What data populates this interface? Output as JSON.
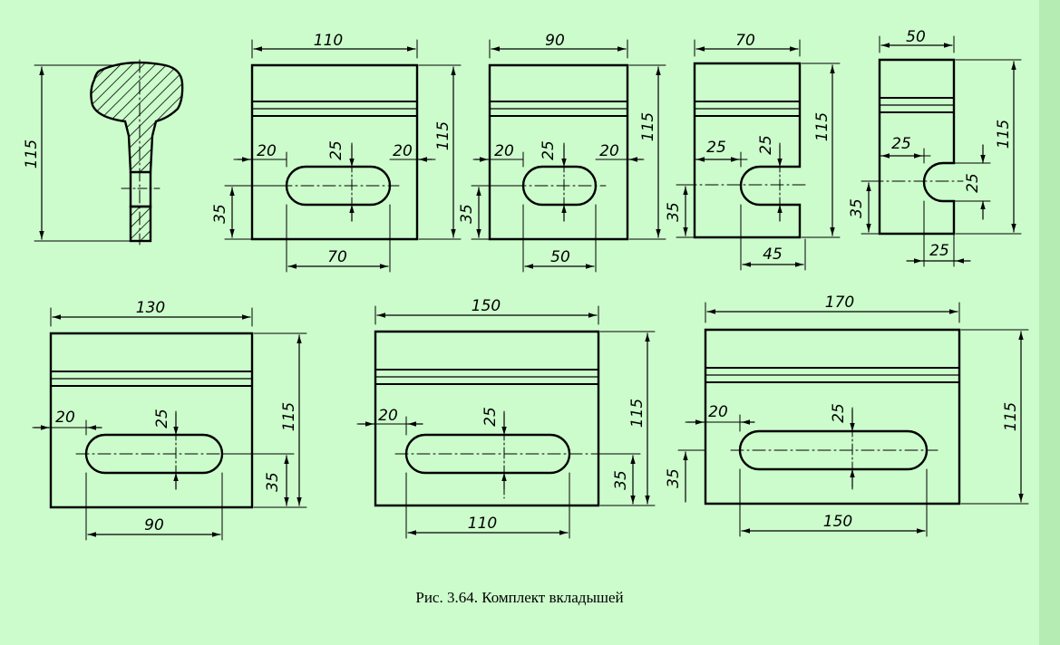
{
  "caption": "Рис. 3.64. Комплект вкладышей",
  "colors": {
    "background": "#ccfccc",
    "line": "#000000"
  },
  "profile": {
    "height_label": "115"
  },
  "inserts": [
    {
      "id": "insert-110",
      "width": "110",
      "height": "115",
      "left_offset": "20",
      "right_offset": "20",
      "slot_height": "25",
      "bottom_offset": "35",
      "slot_length": "70",
      "kind": "slot"
    },
    {
      "id": "insert-90",
      "width": "90",
      "height": "115",
      "left_offset": "20",
      "right_offset": "20",
      "slot_height": "25",
      "bottom_offset": "35",
      "slot_length": "50",
      "kind": "slot"
    },
    {
      "id": "insert-70",
      "width": "70",
      "height": "115",
      "left_offset": "25",
      "slot_height": "25",
      "bottom_offset": "35",
      "slot_length": "45",
      "kind": "open-slot"
    },
    {
      "id": "insert-50",
      "width": "50",
      "height": "115",
      "left_offset": "25",
      "slot_height": "25",
      "bottom_offset": "35",
      "slot_length": "25",
      "kind": "open-slot"
    },
    {
      "id": "insert-130",
      "width": "130",
      "height": "115",
      "left_offset": "20",
      "slot_height": "25",
      "bottom_offset": "35",
      "slot_length": "90",
      "kind": "slot"
    },
    {
      "id": "insert-150",
      "width": "150",
      "height": "115",
      "left_offset": "20",
      "slot_height": "25",
      "bottom_offset": "35",
      "slot_length": "110",
      "kind": "slot"
    },
    {
      "id": "insert-170",
      "width": "170",
      "height": "115",
      "left_offset": "20",
      "slot_height": "25",
      "bottom_offset": "35",
      "slot_length": "150",
      "kind": "slot"
    }
  ]
}
